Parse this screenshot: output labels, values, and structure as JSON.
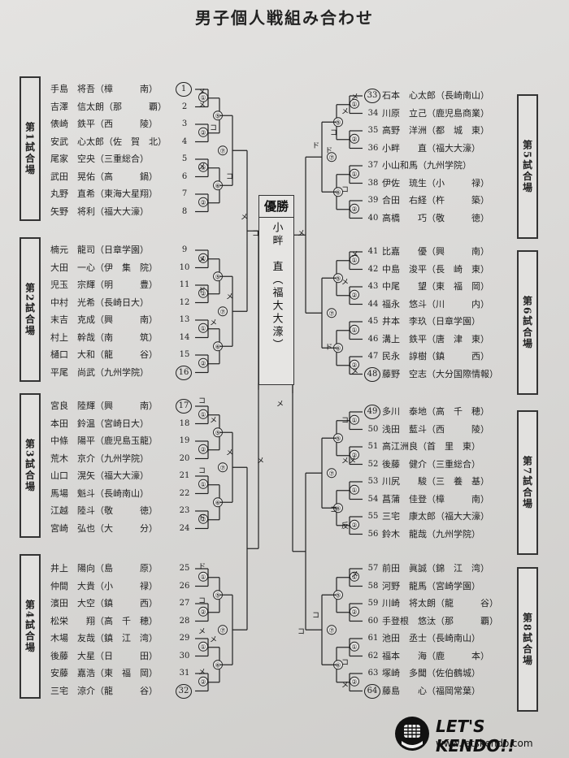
{
  "title": "男子個人戦組み合わせ",
  "venues_left": [
    "第1試合場",
    "第2試合場",
    "第3試合場",
    "第4試合場"
  ],
  "venues_right": [
    "第5試合場",
    "第6試合場",
    "第7試合場",
    "第8試合場"
  ],
  "champion": {
    "label": "優勝",
    "name": "小畔　直（福大大濠）"
  },
  "players_left": [
    {
      "n": "1",
      "name": "手島　将吾",
      "school": "（樟　　　南）"
    },
    {
      "n": "2",
      "name": "吉澤　信太朗",
      "school": "（那　　　覇）"
    },
    {
      "n": "3",
      "name": "俵崎　鉄平",
      "school": "（西　　　陵）"
    },
    {
      "n": "4",
      "name": "安武　心太郎",
      "school": "（佐　賀　北）"
    },
    {
      "n": "5",
      "name": "尾家　空央",
      "school": "（三重総合）"
    },
    {
      "n": "6",
      "name": "武田　晃佑",
      "school": "（高　　　鍋）"
    },
    {
      "n": "7",
      "name": "丸野　直希",
      "school": "（東海大星翔）"
    },
    {
      "n": "8",
      "name": "矢野　将利",
      "school": "（福大大濠）"
    },
    {
      "n": "9",
      "name": "楠元　龍司",
      "school": "（日章学園）"
    },
    {
      "n": "10",
      "name": "大田　一心",
      "school": "（伊　集　院）"
    },
    {
      "n": "11",
      "name": "児玉　宗輝",
      "school": "（明　　　豊）"
    },
    {
      "n": "12",
      "name": "中村　光希",
      "school": "（長崎日大）"
    },
    {
      "n": "13",
      "name": "末吉　克成",
      "school": "（興　　　南）"
    },
    {
      "n": "14",
      "name": "村上　幹哉",
      "school": "（南　　　筑）"
    },
    {
      "n": "15",
      "name": "樋口　大和",
      "school": "（龍　　　谷）"
    },
    {
      "n": "16",
      "name": "平尾　尚武",
      "school": "（九州学院）"
    },
    {
      "n": "17",
      "name": "宮良　陸輝",
      "school": "（興　　　南）"
    },
    {
      "n": "18",
      "name": "本田　鈴温",
      "school": "（宮崎日大）"
    },
    {
      "n": "19",
      "name": "中條　陽平",
      "school": "（鹿児島玉龍）"
    },
    {
      "n": "20",
      "name": "荒木　京介",
      "school": "（九州学院）"
    },
    {
      "n": "21",
      "name": "山口　滉矢",
      "school": "（福大大濠）"
    },
    {
      "n": "22",
      "name": "馬場　魁斗",
      "school": "（長崎南山）"
    },
    {
      "n": "23",
      "name": "江越　陸斗",
      "school": "（敬　　　徳）"
    },
    {
      "n": "24",
      "name": "宮崎　弘也",
      "school": "（大　　　分）"
    },
    {
      "n": "25",
      "name": "井上　陽向",
      "school": "（島　　　原）"
    },
    {
      "n": "26",
      "name": "仲間　大貴",
      "school": "（小　　　禄）"
    },
    {
      "n": "27",
      "name": "濱田　大空",
      "school": "（鎮　　　西）"
    },
    {
      "n": "28",
      "name": "松栄　　翔",
      "school": "（高　千　穂）"
    },
    {
      "n": "29",
      "name": "木場　友哉",
      "school": "（鎮　江　湾）"
    },
    {
      "n": "30",
      "name": "後藤　大星",
      "school": "（日　　　田）"
    },
    {
      "n": "31",
      "name": "安藤　嘉浩",
      "school": "（東　福　岡）"
    },
    {
      "n": "32",
      "name": "三宅　涼介",
      "school": "（龍　　　谷）"
    }
  ],
  "players_right": [
    {
      "n": "33",
      "name": "石本　心太郎",
      "school": "（長崎南山）"
    },
    {
      "n": "34",
      "name": "川原　立己",
      "school": "（鹿児島商業）"
    },
    {
      "n": "35",
      "name": "高野　洋洲",
      "school": "（都　城　東）"
    },
    {
      "n": "36",
      "name": "小畔　　直",
      "school": "（福大大濠）"
    },
    {
      "n": "37",
      "name": "小山和馬",
      "school": "（九州学院）"
    },
    {
      "n": "38",
      "name": "伊佐　琉生",
      "school": "（小　　　禄）"
    },
    {
      "n": "39",
      "name": "合田　右経",
      "school": "（杵　　　築）"
    },
    {
      "n": "40",
      "name": "高橋　　巧",
      "school": "（敬　　　徳）"
    },
    {
      "n": "41",
      "name": "比嘉　　優",
      "school": "（興　　　南）"
    },
    {
      "n": "42",
      "name": "中島　浚平",
      "school": "（長　崎　東）"
    },
    {
      "n": "43",
      "name": "中尾　　望",
      "school": "（東　福　岡）"
    },
    {
      "n": "44",
      "name": "福永　悠斗",
      "school": "（川　　　内）"
    },
    {
      "n": "45",
      "name": "井本　李玖",
      "school": "（日章学園）"
    },
    {
      "n": "46",
      "name": "溝上　鉄平",
      "school": "（唐　津　東）"
    },
    {
      "n": "47",
      "name": "民永　諄樹",
      "school": "（鎮　　　西）"
    },
    {
      "n": "48",
      "name": "藤野　空志",
      "school": "（大分国際情報）"
    },
    {
      "n": "49",
      "name": "多川　泰地",
      "school": "（高　千　穂）"
    },
    {
      "n": "50",
      "name": "浅田　藍斗",
      "school": "（西　　　陵）"
    },
    {
      "n": "51",
      "name": "高江洲良",
      "school": "（首　里　東）"
    },
    {
      "n": "52",
      "name": "後藤　健介",
      "school": "（三重総合）"
    },
    {
      "n": "53",
      "name": "川尻　　駿",
      "school": "（三　養　基）"
    },
    {
      "n": "54",
      "name": "菖蒲　佳登",
      "school": "（樟　　　南）"
    },
    {
      "n": "55",
      "name": "三宅　康太郎",
      "school": "（福大大濠）"
    },
    {
      "n": "56",
      "name": "鈴木　龍哉",
      "school": "（九州学院）"
    },
    {
      "n": "57",
      "name": "前田　眞誠",
      "school": "（錦　江　湾）"
    },
    {
      "n": "58",
      "name": "河野　龍馬",
      "school": "（宮崎学園）"
    },
    {
      "n": "59",
      "name": "川崎　将太朗",
      "school": "（龍　　　谷）"
    },
    {
      "n": "60",
      "name": "手登根　悠汰",
      "school": "（那　　　覇）"
    },
    {
      "n": "61",
      "name": "池田　丞士",
      "school": "（長崎南山）"
    },
    {
      "n": "62",
      "name": "福本　　海",
      "school": "（鹿　　　本）"
    },
    {
      "n": "63",
      "name": "塚崎　多聞",
      "school": "（佐伯鶴城）"
    },
    {
      "n": "64",
      "name": "藤島　　心",
      "school": "（福岡常葉）"
    }
  ],
  "marks": {
    "men": "メ",
    "kote": "コ",
    "do": "ド",
    "hansoku": "反",
    "mm": "メメ"
  },
  "logo": {
    "main": "LET'S KENDO!!",
    "url": "www.letskendo.com"
  }
}
